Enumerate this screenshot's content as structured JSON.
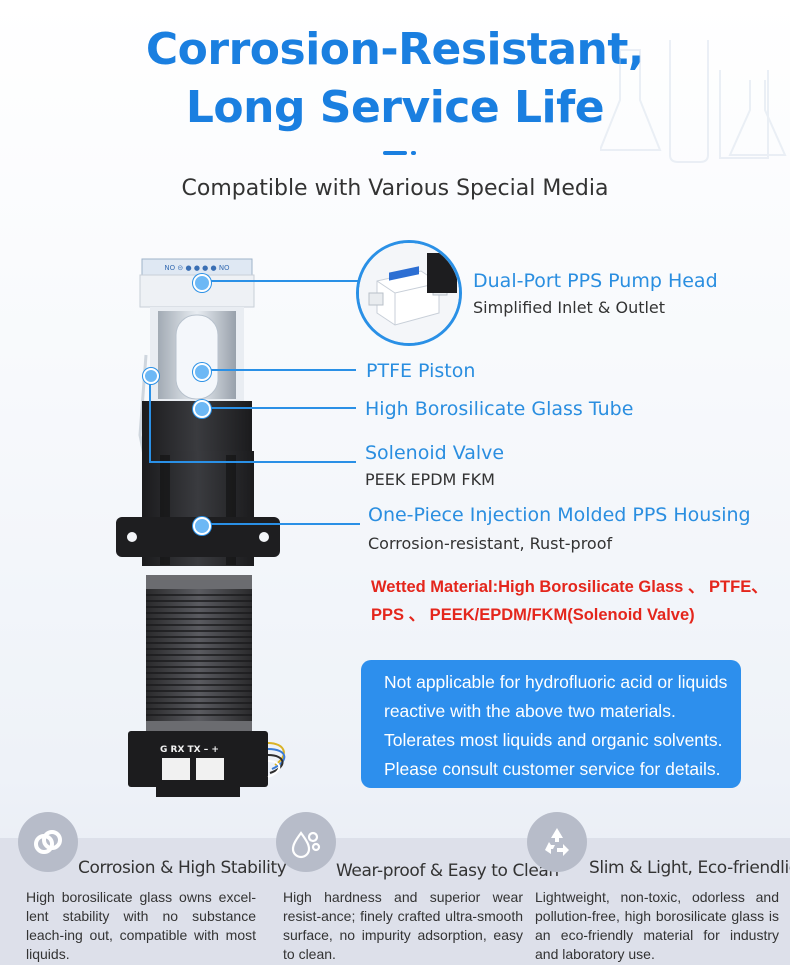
{
  "header": {
    "title_line1": "Corrosion-Resistant,",
    "title_line2": "Long Service Life",
    "subtitle": "Compatible with Various Special Media"
  },
  "product": {
    "top_cap_text": "NO ⊝ ● ● ● ● NO",
    "terminal_text": "G RX TX – +"
  },
  "callouts": [
    {
      "title": "Dual-Port PPS Pump Head",
      "subtitle": "Simplified Inlet & Outlet"
    },
    {
      "title": "PTFE Piston",
      "subtitle": ""
    },
    {
      "title": "High Borosilicate Glass Tube",
      "subtitle": ""
    },
    {
      "title": "Solenoid Valve",
      "subtitle": "PEEK EPDM FKM"
    },
    {
      "title": "One-Piece Injection Molded PPS Housing",
      "subtitle": "Corrosion-resistant, Rust-proof"
    }
  ],
  "wetted": {
    "line1": "Wetted Material:High Borosilicate Glass 、 PTFE、",
    "line2": "PPS 、 PEEK/EPDM/FKM(Solenoid Valve)"
  },
  "notice": {
    "line1": "Not applicable for hydrofluoric acid or liquids",
    "line2": "reactive with the above two materials.",
    "line3": "Tolerates most liquids and organic solvents.",
    "line4": "Please consult customer service for details."
  },
  "features": [
    {
      "icon": "link-icon",
      "title": "Corrosion & High Stability",
      "text": "High borosilicate glass owns excel-lent stability with no substance leach-ing out, compatible with most liquids."
    },
    {
      "icon": "droplets-icon",
      "title": "Wear-proof & Easy to Clean",
      "text": "High hardness and superior wear resist-ance; finely crafted ultra-smooth surface, no impurity adsorption, easy to clean."
    },
    {
      "icon": "recycle-icon",
      "title": "Slim & Light, Eco-friendlier",
      "text": "Lightweight, non-toxic, odorless and pollution-free, high borosilicate glass is an eco-friendly material for industry and laboratory use."
    }
  ],
  "colors": {
    "accent": "#1a7fe0",
    "warning": "#e4261c",
    "notice_bg": "#2d8fed"
  }
}
